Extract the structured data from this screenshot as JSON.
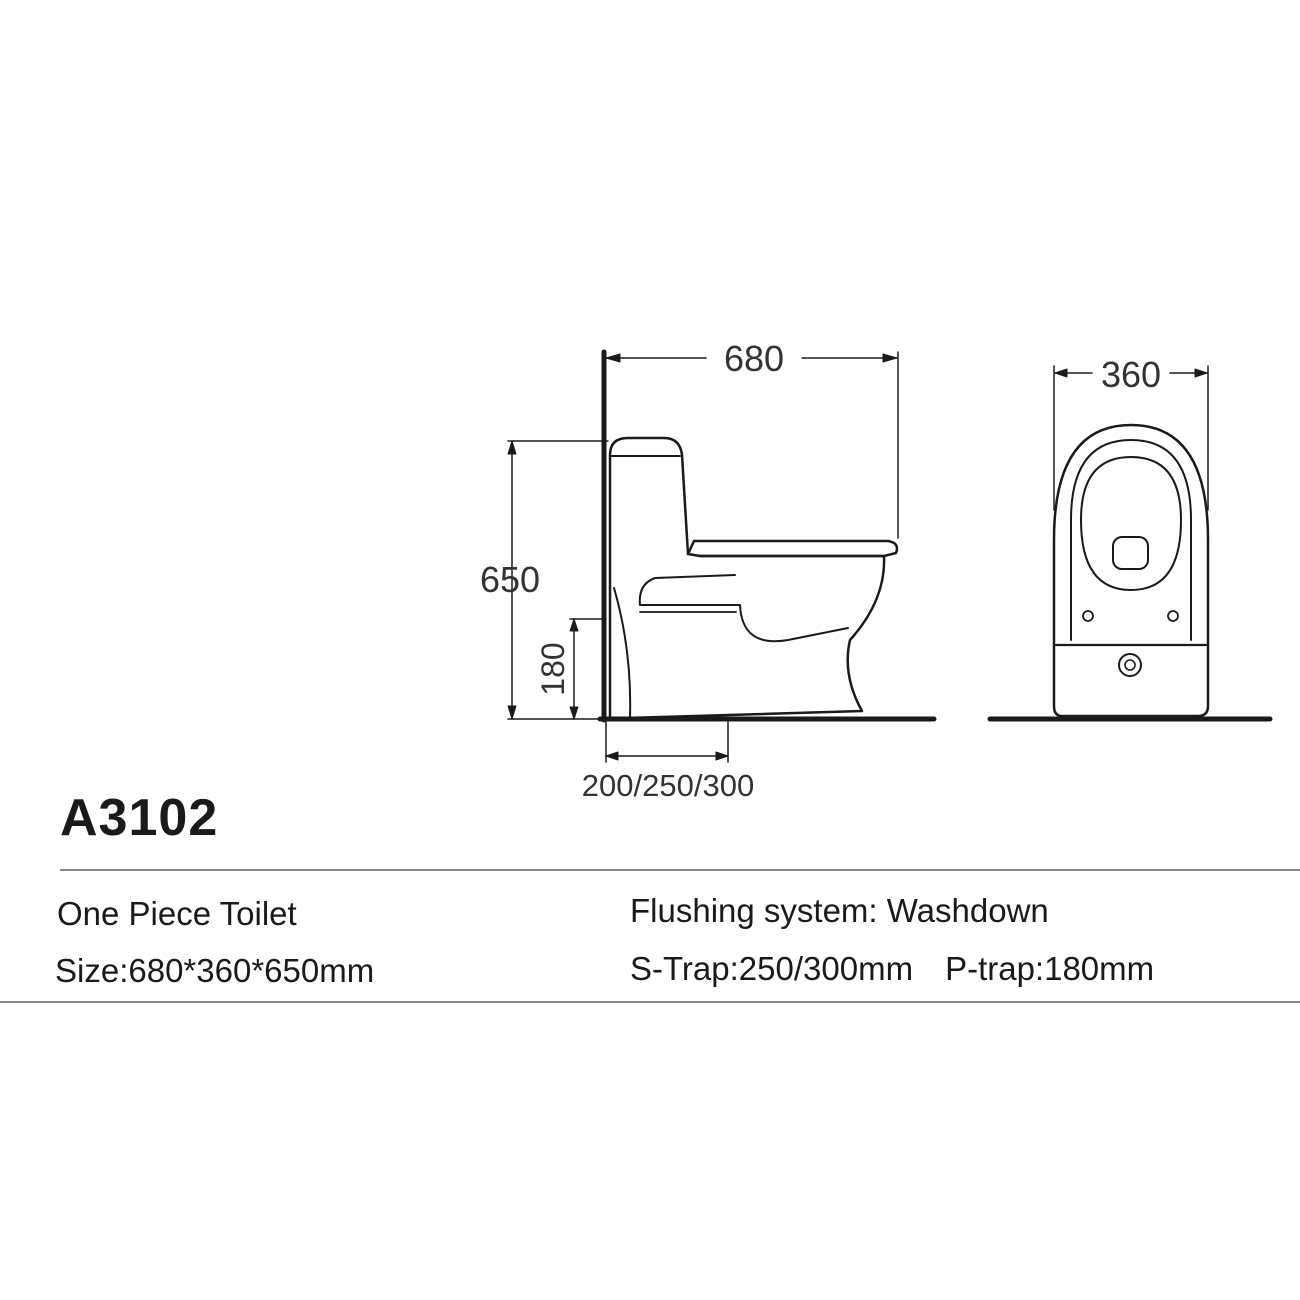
{
  "drawing": {
    "dim_length": "680",
    "dim_width": "360",
    "dim_height": "650",
    "dim_ptrap": "180",
    "dim_strap": "200/250/300"
  },
  "model": "A3102",
  "specs": {
    "product_type": "One Piece Toilet",
    "size": "Size:680*360*650mm",
    "flushing": "Flushing system: Washdown",
    "s_trap": "S-Trap:250/300mm",
    "p_trap": "P-trap:180mm"
  },
  "colors": {
    "line": "#1a1a1a",
    "rule": "#8a8a8a"
  }
}
